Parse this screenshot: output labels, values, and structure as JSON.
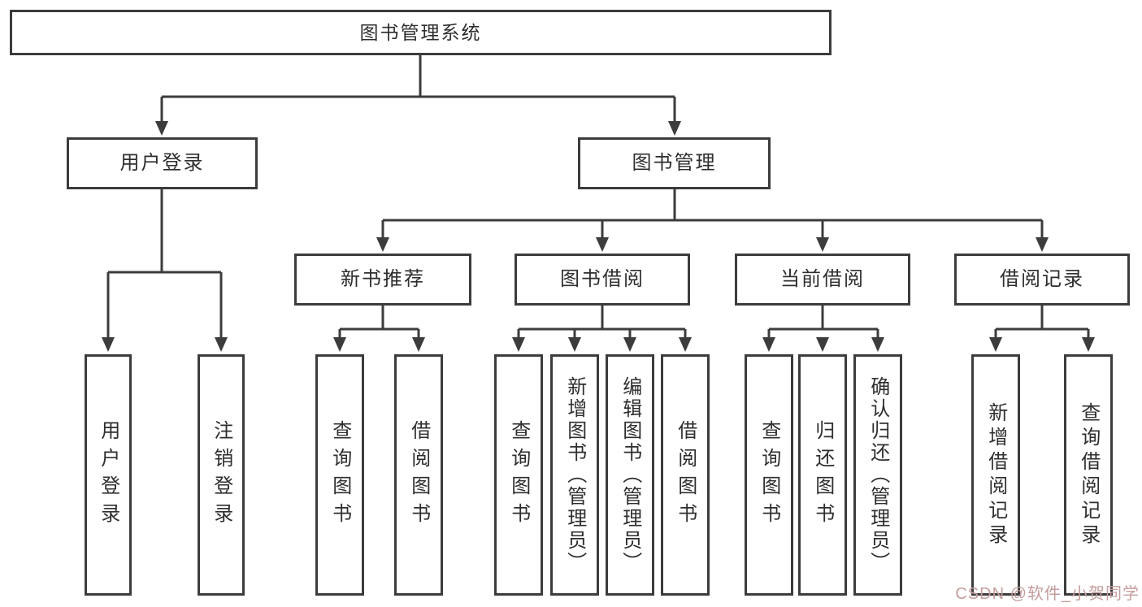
{
  "root": {
    "label": "图书管理系统"
  },
  "branches": {
    "user": {
      "label": "用户登录",
      "leaves": [
        {
          "label": "用户登录"
        },
        {
          "label": "注销登录"
        }
      ]
    },
    "books": {
      "label": "图书管理",
      "sections": [
        {
          "label": "新书推荐",
          "leaves": [
            {
              "label": "查询图书"
            },
            {
              "label": "借阅图书"
            }
          ]
        },
        {
          "label": "图书借阅",
          "leaves": [
            {
              "label": "查询图书"
            },
            {
              "label": "新增图书（管理员）"
            },
            {
              "label": "编辑图书（管理员）"
            },
            {
              "label": "借阅图书"
            }
          ]
        },
        {
          "label": "当前借阅",
          "leaves": [
            {
              "label": "查询图书"
            },
            {
              "label": "归还图书"
            },
            {
              "label": "确认归还（管理员）"
            }
          ]
        },
        {
          "label": "借阅记录",
          "leaves": [
            {
              "label": "新增借阅记录"
            },
            {
              "label": "查询借阅记录"
            }
          ]
        }
      ]
    }
  },
  "watermark": {
    "text": "CSDN @软件_小贺同学"
  },
  "colors": {
    "line_color": "#3c3c3c",
    "text_color": "#2e2e2e",
    "box_bg": "#ffffff",
    "watermark_color": "#c59c9c"
  }
}
